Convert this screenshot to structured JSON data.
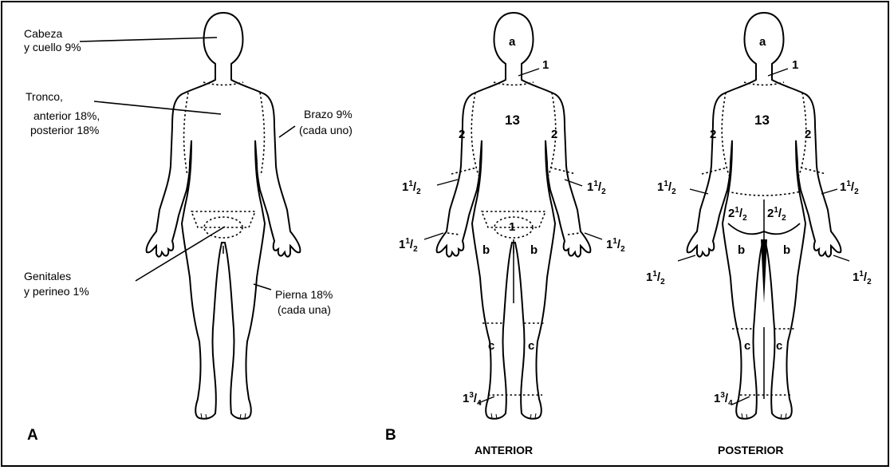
{
  "panel_a": {
    "letter": "A",
    "labels": {
      "head_neck_1": "Cabeza",
      "head_neck_2": "y cuello 9%",
      "trunk_1": "Tronco,",
      "trunk_2": "anterior 18%,",
      "trunk_3": "posterior 18%",
      "arm_1": "Brazo 9%",
      "arm_2": "(cada uno)",
      "genital_1": "Genitales",
      "genital_2": "y perineo 1%",
      "leg_1": "Pierna 18%",
      "leg_2": "(cada una)"
    }
  },
  "panel_b": {
    "letter": "B",
    "views": {
      "anterior": "ANTERIOR",
      "posterior": "POSTERIOR"
    },
    "region_letters": {
      "head": "a",
      "thigh": "b",
      "lower_leg": "c"
    },
    "region_values": {
      "neck": "1",
      "trunk": "13",
      "upper_arm": "2",
      "genital": "1",
      "forearm_whole": "1",
      "hand_whole": "1",
      "buttock_whole": "2",
      "foot_whole": "1",
      "half_num": "1",
      "half_den": "2",
      "threequarter_num": "3",
      "threequarter_den": "4"
    }
  }
}
